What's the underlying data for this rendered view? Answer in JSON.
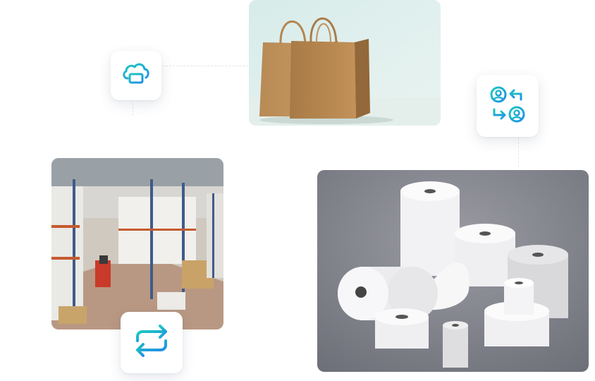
{
  "images": {
    "bags": "kraft-paper-shopping-bags",
    "warehouse": "warehouse-with-forklift-and-pallets",
    "rolls": "thermal-paper-rolls"
  },
  "icons": {
    "cloud_monitor": "cloud-computer-icon",
    "user_exchange": "user-exchange-icon",
    "repeat": "repeat-arrows-icon"
  },
  "colors": {
    "icon_gradient_start": "#1ec8c0",
    "icon_gradient_end": "#1f8fe6",
    "card_bg": "#ffffff",
    "page_bg": "#ffffff"
  }
}
